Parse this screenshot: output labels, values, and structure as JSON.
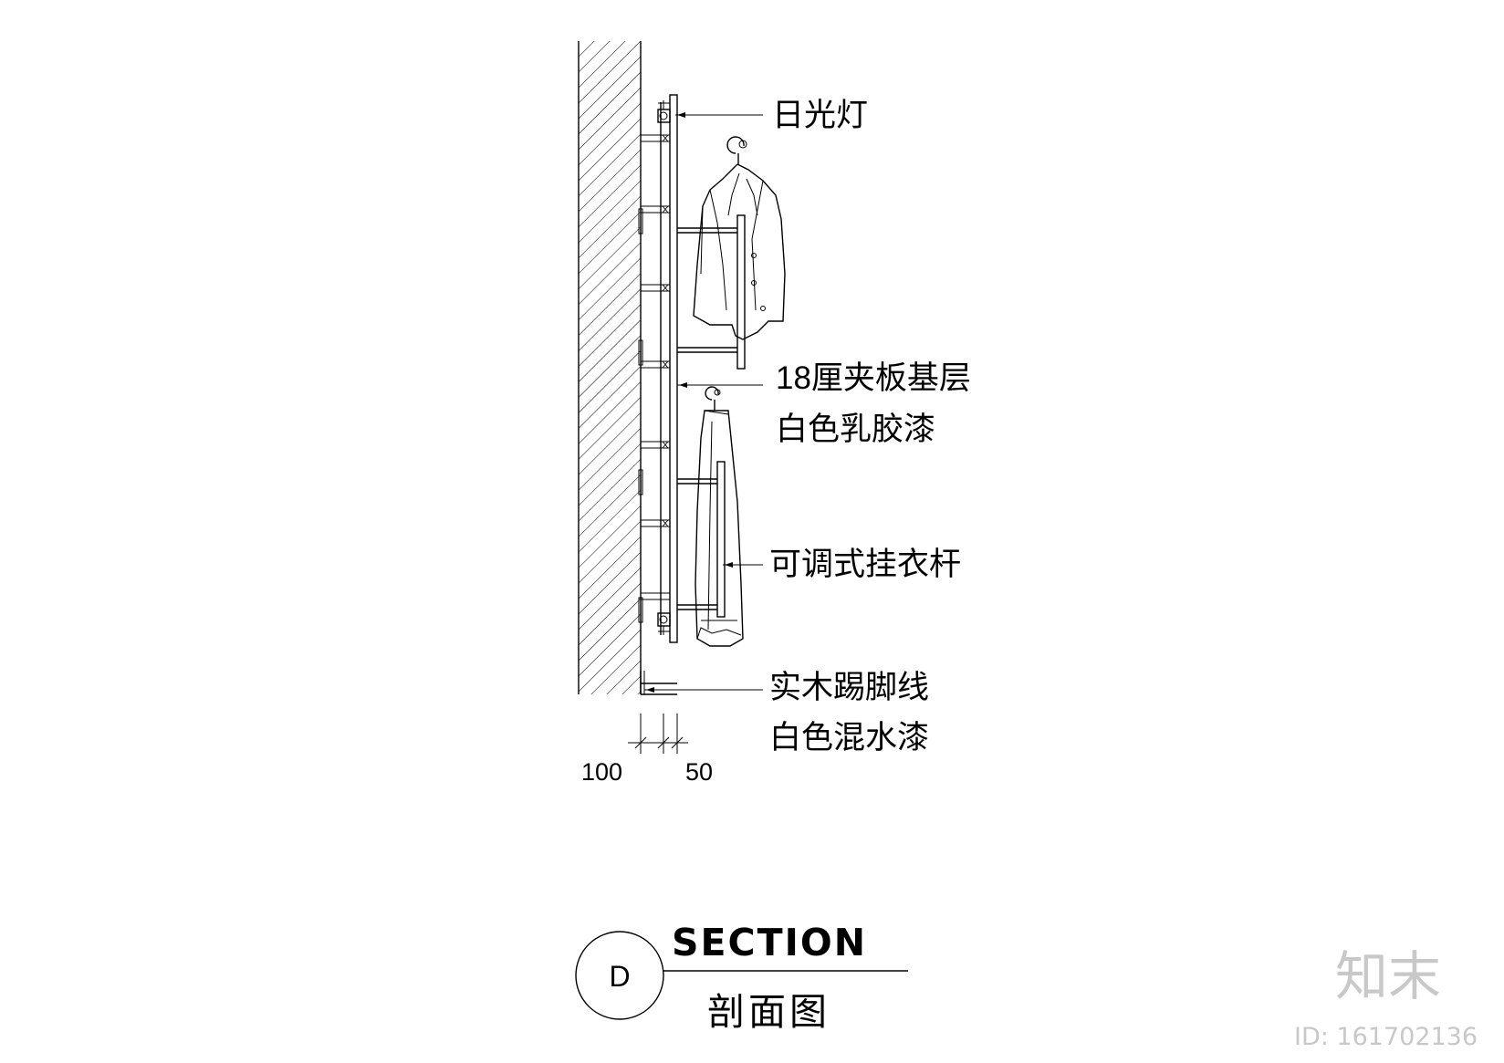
{
  "annotations": {
    "fluorescent_lamp": "日光灯",
    "plywood_line1": "18厘夹板基层",
    "plywood_line2": "白色乳胶漆",
    "hanging_rod": "可调式挂衣杆",
    "skirting_line1": "实木踢脚线",
    "skirting_line2": "白色混水漆"
  },
  "dimensions": {
    "left": "100",
    "right": "50"
  },
  "title_block": {
    "marker": "D",
    "title": "SECTION",
    "subtitle": "剖面图"
  },
  "watermark": {
    "logo": "知末",
    "id_text": "ID: 161702136"
  },
  "colors": {
    "line": "#000000",
    "watermark": "#c8c8c8",
    "background": "#ffffff"
  }
}
